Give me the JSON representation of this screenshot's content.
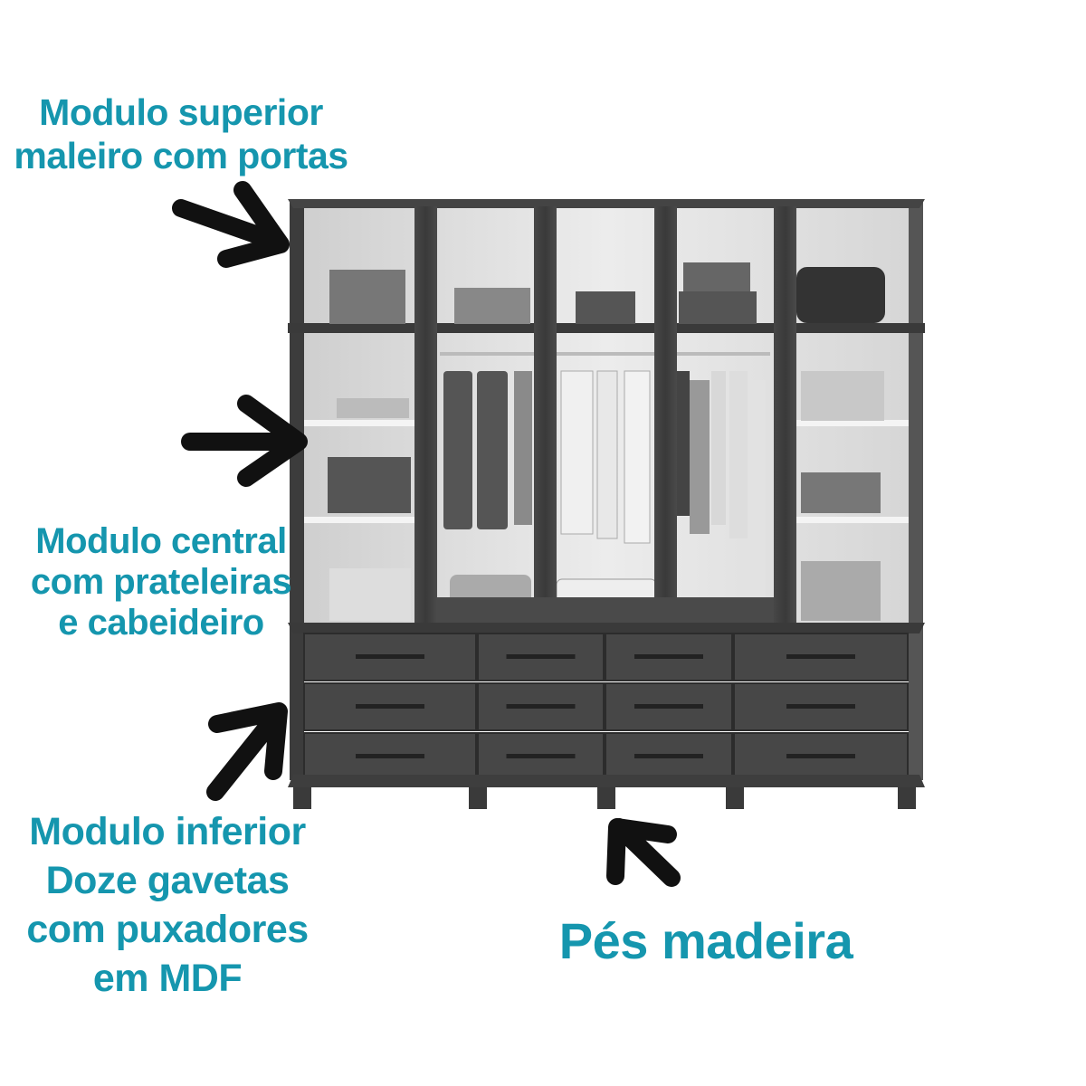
{
  "labels": {
    "upper": [
      "Modulo superior",
      "maleiro com portas"
    ],
    "central": [
      "Modulo central",
      "com prateleiras",
      "e cabeideiro"
    ],
    "lower": [
      "Modulo inferior",
      "Doze gavetas",
      "com puxadores",
      "em MDF"
    ],
    "feet": "Pés madeira"
  },
  "colors": {
    "label_text": "#1596ae",
    "arrow": "#111111",
    "wood_dark": "#3f3f3f",
    "interior": "#e6e6e6"
  },
  "drawers": {
    "rows": 3,
    "columns": 4,
    "count": 12
  }
}
